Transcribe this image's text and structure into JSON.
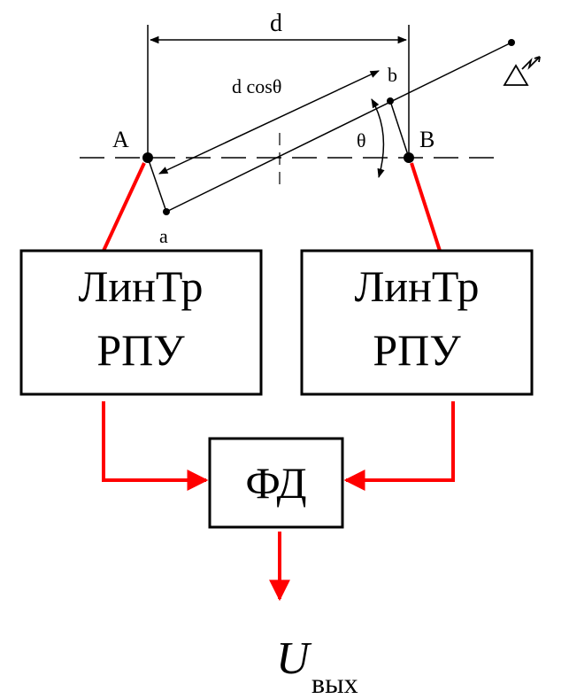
{
  "labels": {
    "d": "d",
    "d_cos_theta": "d cosθ",
    "point_A": "A",
    "point_B": "B",
    "point_a": "a",
    "point_b": "b",
    "theta": "θ"
  },
  "blocks": {
    "left": {
      "line1": "ЛинТр",
      "line2": "РПУ"
    },
    "right": {
      "line1": "ЛинТр",
      "line2": "РПУ"
    },
    "phase_detector": "ФД"
  },
  "output": {
    "symbol": "U",
    "subscript": "вых"
  },
  "colors": {
    "signal_line": "#ff0000",
    "geometry_line": "#000000"
  }
}
